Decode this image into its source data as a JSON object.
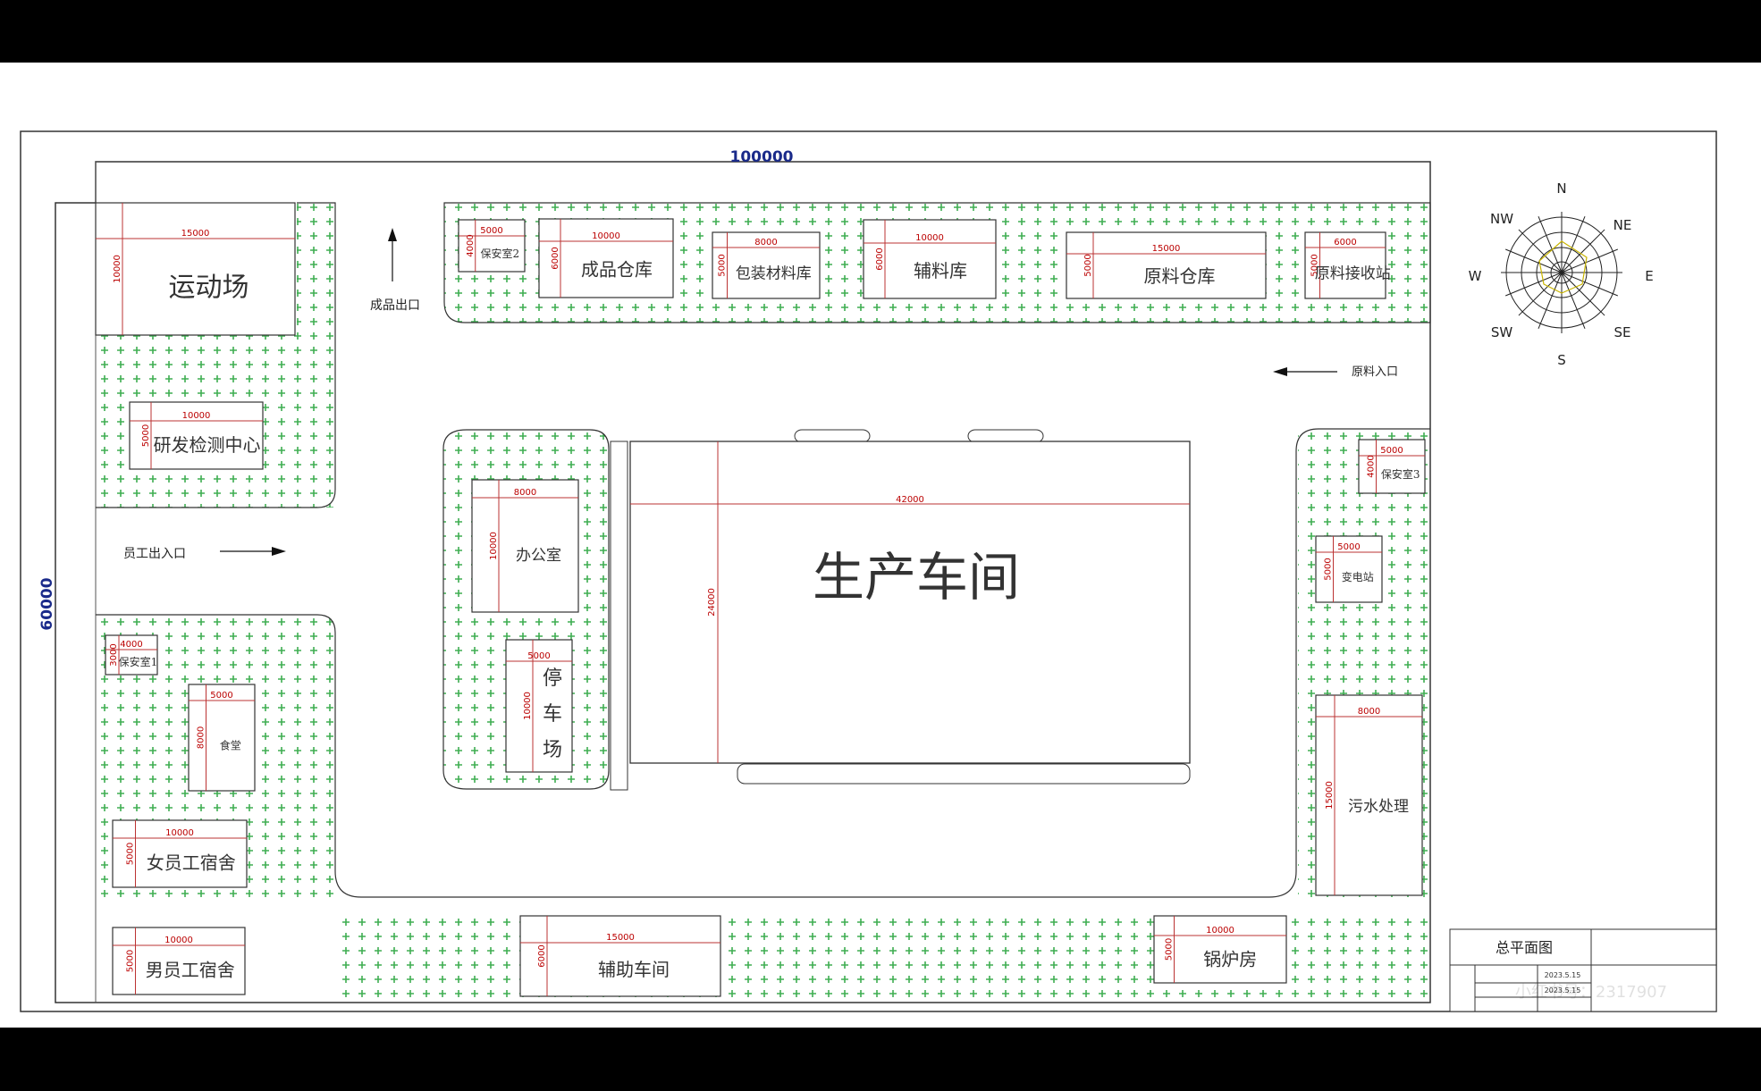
{
  "dims": {
    "overall_width": "100000",
    "overall_height": "60000"
  },
  "labels": {
    "product_exit": "成品出口",
    "raw_entrance": "原料入口",
    "staff_entrance": "员工出入口"
  },
  "compass": {
    "n": "N",
    "ne": "NE",
    "e": "E",
    "se": "SE",
    "s": "S",
    "sw": "SW",
    "w": "W",
    "nw": "NW"
  },
  "buildings": {
    "sports_field": {
      "name": "运动场",
      "width": "15000",
      "depth": "10000"
    },
    "guard_room_2": {
      "name": "保安室2",
      "width": "5000",
      "depth": "4000"
    },
    "finished_warehouse": {
      "name": "成品仓库",
      "width": "10000",
      "depth": "6000"
    },
    "packaging_store": {
      "name": "包装材料库",
      "width": "8000",
      "depth": "5000"
    },
    "auxiliary_store": {
      "name": "辅料库",
      "width": "10000",
      "depth": "6000"
    },
    "raw_warehouse": {
      "name": "原料仓库",
      "width": "15000",
      "depth": "5000"
    },
    "raw_receiving": {
      "name": "原料接收站",
      "width": "6000",
      "depth": "5000"
    },
    "rd_center": {
      "name": "研发检测中心",
      "width": "10000",
      "depth": "5000"
    },
    "office": {
      "name": "办公室",
      "width": "8000",
      "depth": "10000"
    },
    "parking": {
      "name": "停车场",
      "width": "5000",
      "depth": "10000"
    },
    "workshop": {
      "name": "生产车间",
      "width": "42000",
      "depth": "24000"
    },
    "guard_room_3": {
      "name": "保安室3",
      "width": "5000",
      "depth": "4000"
    },
    "substation": {
      "name": "变电站",
      "width": "5000",
      "depth": "5000"
    },
    "sewage": {
      "name": "污水处理",
      "width": "8000",
      "depth": "15000"
    },
    "guard_room_1": {
      "name": "保安室1",
      "width": "4000",
      "depth": "3000"
    },
    "canteen": {
      "name": "食堂",
      "width": "5000",
      "depth": "8000"
    },
    "female_dorm": {
      "name": "女员工宿舍",
      "width": "10000",
      "depth": "5000"
    },
    "male_dorm": {
      "name": "男员工宿舍",
      "width": "10000",
      "depth": "5000"
    },
    "aux_workshop": {
      "name": "辅助车间",
      "width": "15000",
      "depth": "6000"
    },
    "boiler_room": {
      "name": "锅炉房",
      "width": "10000",
      "depth": "5000"
    }
  },
  "title_block": {
    "title": "总平面图",
    "date1": "2023.5.15",
    "date2": "2023.5.15"
  },
  "watermark": {
    "user_id": "小红书号：2317907"
  }
}
